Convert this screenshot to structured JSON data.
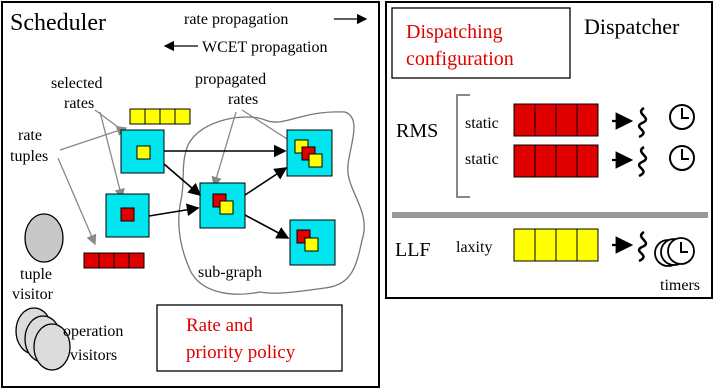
{
  "scheduler": {
    "title": "Scheduler",
    "legend_rate": "rate propagation",
    "legend_wcet": "WCET propagation",
    "selected_rates": [
      "selected",
      "rates"
    ],
    "propagated_rates": [
      "propagated",
      "rates"
    ],
    "rate_tuples": [
      "rate",
      "tuples"
    ],
    "subgraph": "sub-graph",
    "tuple_visitor": [
      "tuple",
      "visitor"
    ],
    "operation_visitors": [
      "operation",
      "visitors"
    ],
    "policy_box": [
      "Rate and",
      "priority policy"
    ]
  },
  "dispatcher": {
    "title": "Dispatcher",
    "config_box": [
      "Dispatching",
      "configuration"
    ],
    "rms_label": "RMS",
    "static_label_1": "static",
    "static_label_2": "static",
    "llf_label": "LLF",
    "laxity_label": "laxity",
    "timers_label": "timers"
  },
  "colors": {
    "node_fill": "#00e5ee",
    "red": "#e00000",
    "yellow": "#ffff00",
    "accent_text": "#e00000",
    "divider": "#999999"
  },
  "icons": [
    "clock-icon",
    "thread-squiggle-icon",
    "arrow-icon",
    "visitor-disk-icon"
  ]
}
